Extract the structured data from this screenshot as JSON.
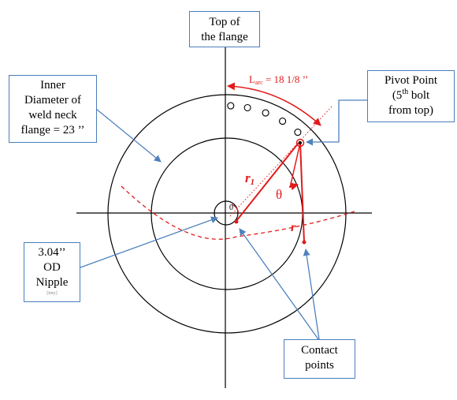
{
  "labels": {
    "top_flange": {
      "line1": "Top of",
      "line2": "the flange"
    },
    "inner_diameter": {
      "line1": "Inner",
      "line2": "Diameter of",
      "line3": "weld neck",
      "line4": "flange = 23 ’’"
    },
    "pivot_point": {
      "line1": "Pivot Point",
      "line2_pre": "(5",
      "line2_sup": "th",
      "line2_post": " bolt",
      "line3": "from top)"
    },
    "nipple": {
      "line1": "3.04’’",
      "line2": "OD",
      "line3": "Nipple",
      "line4": "[tiny]"
    },
    "contact_points": {
      "line1": "Contact",
      "line2": "points"
    }
  },
  "annotations": {
    "arc_label_main": "L",
    "arc_label_sub": "arc",
    "arc_label_value": " = 18 1/8 ’’",
    "r1_main": "r",
    "r1_sub": "1",
    "r_label": "r",
    "theta": "θ",
    "zero_angle": "0’"
  },
  "colors": {
    "line": "#000000",
    "red": "#e21b1b",
    "callout_border": "#4a7ebb",
    "leader": "#4f81bd"
  }
}
